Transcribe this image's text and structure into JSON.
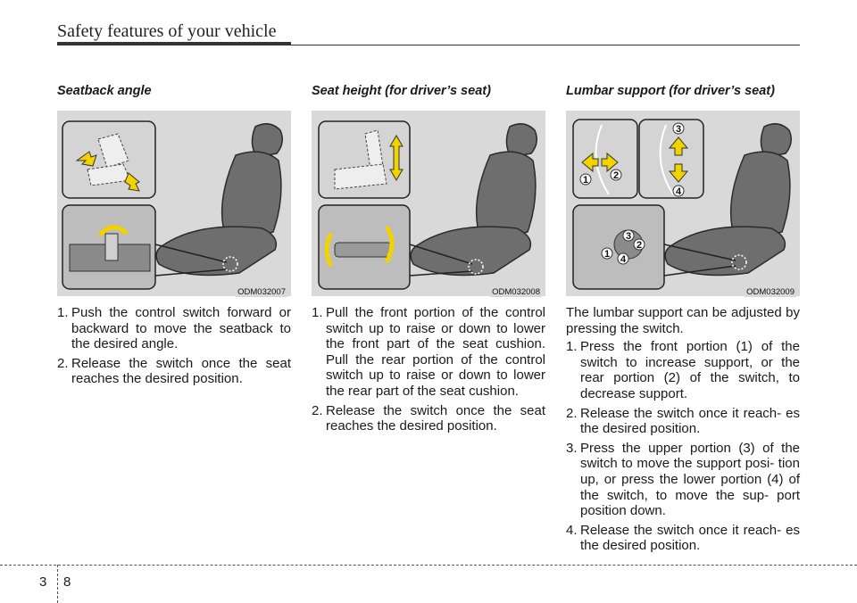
{
  "header": {
    "title": "Safety features of your vehicle"
  },
  "columns": [
    {
      "title": "Seatback angle",
      "figure_code": "ODM032007",
      "intro": "",
      "steps": [
        {
          "num": "1.",
          "text": "Push the control switch forward or backward to move the seatback to the desired angle."
        },
        {
          "num": "2.",
          "text": "Release the switch once the seat reaches the desired position."
        }
      ]
    },
    {
      "title": "Seat height (for driver’s seat)",
      "figure_code": "ODM032008",
      "intro": "",
      "steps": [
        {
          "num": "1.",
          "text": "Pull the front portion of the control switch up to raise or down to lower the front part of the seat cushion. Pull the rear portion of the control switch up to raise or down to lower the rear part of the seat cushion."
        },
        {
          "num": "2.",
          "text": "Release the switch once the seat reaches the desired position."
        }
      ]
    },
    {
      "title": "Lumbar support (for driver’s seat)",
      "figure_code": "ODM032009",
      "intro": "The lumbar support can be adjusted by pressing the switch.",
      "steps": [
        {
          "num": "1.",
          "text": "Press the front portion (1) of the switch to increase support, or the rear portion (2) of the switch, to decrease support."
        },
        {
          "num": "2.",
          "text": "Release the switch once it reach- es the desired position."
        },
        {
          "num": "3.",
          "text": "Press the upper portion (3) of the switch to move the support posi- tion up, or press the lower portion (4) of the switch, to move the sup- port position down."
        },
        {
          "num": "4.",
          "text": "Release the switch once it reach- es the desired position."
        }
      ]
    }
  ],
  "callout_numbers": [
    "1",
    "2",
    "3",
    "4"
  ],
  "footer": {
    "chapter": "3",
    "page": "8"
  },
  "colors": {
    "accent_yellow": "#f2d200",
    "figure_bg": "#d9d9d9",
    "rule": "#333333"
  }
}
